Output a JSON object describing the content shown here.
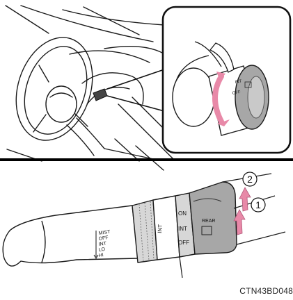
{
  "figure": {
    "caption_code": "CTN43BD048",
    "step_1": "1",
    "step_2": "2"
  },
  "lever_labels": {
    "front_positions": [
      "MIST",
      "OFF",
      "INT",
      "LO",
      "HI"
    ],
    "rear_ring_positions": [
      "ON",
      "INT",
      "OFF"
    ],
    "int_band_label": "INT",
    "rear_label": "REAR"
  },
  "inset_labels": {
    "knob_int": "INT",
    "knob_off": "OFF"
  },
  "colors": {
    "outline": "#1a1a1a",
    "lever_fill": "#ffffff",
    "cap_fill": "#a7a7a7",
    "ring_fill": "#d7d7d7",
    "arrow_pink": "#e889a8",
    "divider": "#000000"
  }
}
